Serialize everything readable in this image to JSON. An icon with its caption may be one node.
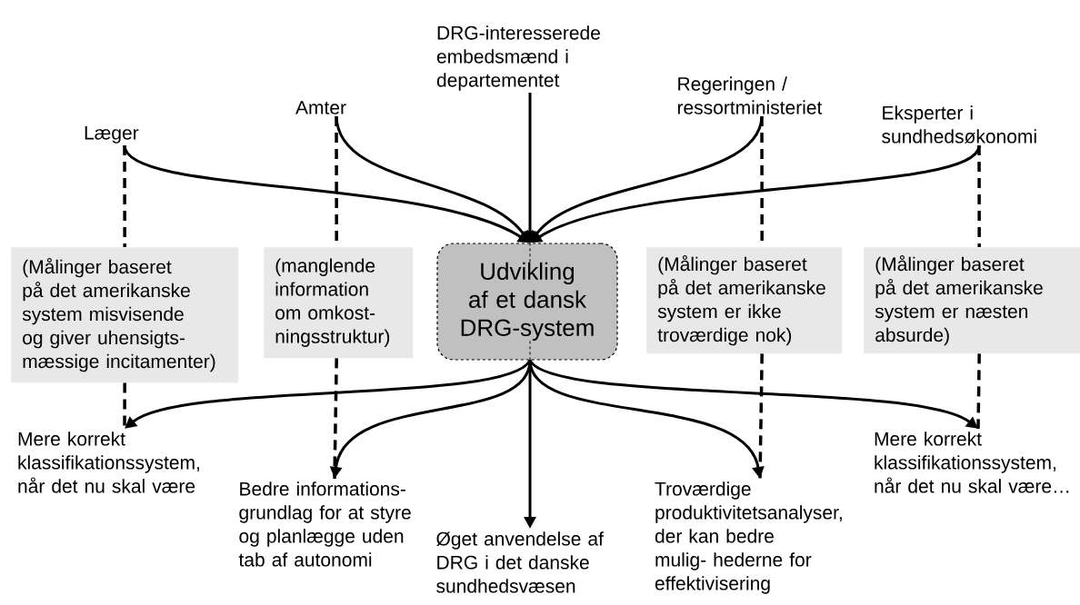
{
  "diagram": {
    "nodes": [
      {
        "text": [
          "Læger"
        ]
      },
      {
        "text": [
          "Amter"
        ]
      },
      {
        "text": [
          "DRG-interesserede embedsmænd i departementet"
        ]
      },
      {
        "text": [
          "Regeringen / ressortministeriet"
        ]
      },
      {
        "text": [
          "Eksperter i sundhedsøkonomi"
        ]
      },
      {
        "text": [
          "Udvikling af et dansk DRG-system"
        ]
      },
      {
        "text": [
          "(Målinger baseret på det amerikanske system misvisende og giver uhensigts- mæssige incitamenter)"
        ]
      },
      {
        "text": [
          "(manglende information om omkost- ningsstruktur)"
        ]
      },
      {
        "text": [
          "(Målinger baseret på det amerikanske system er ikke troværdige nok)"
        ]
      },
      {
        "text": [
          "(Målinger baseret på det amerikanske system er næsten absurde)"
        ]
      },
      {
        "text": [
          "Mere korrekt klassifikationssystem, når det nu skal være"
        ]
      },
      {
        "text": [
          "Bedre informations- grundlag for at styre og planlægge uden tab af autonomi"
        ]
      },
      {
        "text": [
          "Øget anvendelse af DRG i det danske sundhedsvæsen"
        ]
      },
      {
        "text": [
          "Troværdige produktivitetsanalyser, der kan bedre mulig- hederne for effektivisering"
        ]
      },
      {
        "text": [
          "Mere korrekt klassifikationssystem, når det nu skal være…"
        ]
      }
    ],
    "edges": [
      {
        "from": 0,
        "to": 5,
        "arrow": "to"
      },
      {
        "from": 1,
        "to": 5,
        "arrow": "to"
      },
      {
        "from": 2,
        "to": 5,
        "arrow": "to"
      },
      {
        "from": 3,
        "to": 5,
        "arrow": "to"
      },
      {
        "from": 4,
        "to": 5,
        "arrow": "to"
      },
      {
        "from": 5,
        "to": 10,
        "arrow": "to"
      },
      {
        "from": 5,
        "to": 11,
        "arrow": "to"
      },
      {
        "from": 5,
        "to": 12,
        "arrow": "to"
      },
      {
        "from": 5,
        "to": 13,
        "arrow": "to"
      },
      {
        "from": 5,
        "to": 14,
        "arrow": "to"
      },
      {
        "from": 0,
        "to": 6,
        "arrow": "none",
        "style": "dashed"
      },
      {
        "from": 6,
        "to": 10,
        "arrow": "none",
        "style": "dashed"
      },
      {
        "from": 1,
        "to": 7,
        "arrow": "none",
        "style": "dashed"
      },
      {
        "from": 7,
        "to": 11,
        "arrow": "none",
        "style": "dashed"
      },
      {
        "from": 3,
        "to": 8,
        "arrow": "none",
        "style": "dashed"
      },
      {
        "from": 8,
        "to": 13,
        "arrow": "none",
        "style": "dashed"
      },
      {
        "from": 4,
        "to": 9,
        "arrow": "none",
        "style": "dashed"
      },
      {
        "from": 9,
        "to": 14,
        "arrow": "none",
        "style": "dashed"
      }
    ]
  }
}
